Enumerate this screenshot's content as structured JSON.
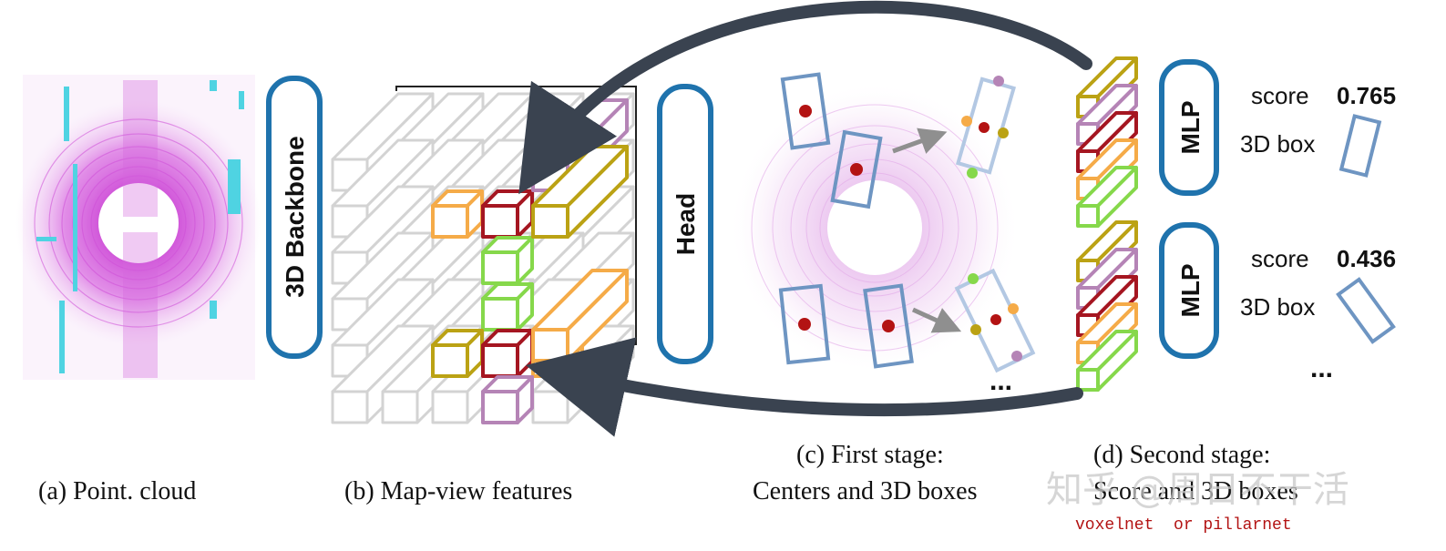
{
  "colors": {
    "accent_blue": "#1f73ad",
    "arrow_dark": "#3a4350",
    "box_blue": "#6e95c2",
    "box_light_blue": "#b3c8e3",
    "grid_gray": "#d3d3d3",
    "center_red": "#b31313",
    "feature_orange": "#f5ab48",
    "feature_olive": "#bba214",
    "feature_red": "#a51621",
    "feature_green": "#86d84b",
    "feature_purple": "#b584b6",
    "pointcloud_magenta": "#cf4fd8",
    "pointcloud_cyan": "#4fd3e2",
    "watermark_text": "#b31313"
  },
  "blocks": {
    "backbone": "3D Backbone",
    "head": "Head",
    "mlp_top": "MLP",
    "mlp_bottom": "MLP"
  },
  "outputs": {
    "top": {
      "score_label": "score",
      "score_value": "0.765",
      "box_label": "3D box"
    },
    "bottom": {
      "score_label": "score",
      "score_value": "0.436",
      "box_label": "3D box"
    },
    "ellipsis_first": "...",
    "ellipsis_second": "..."
  },
  "captions": {
    "a": "(a) Point. cloud",
    "b": "(b) Map-view features",
    "c_line1": "(c) First stage:",
    "c_line2": "Centers and 3D boxes",
    "d_line1": "(d) Second stage:",
    "d_line2": "Score and 3D boxes"
  },
  "watermark": "知乎 @周日不干活",
  "annotation": "voxelnet  or pillarnet"
}
